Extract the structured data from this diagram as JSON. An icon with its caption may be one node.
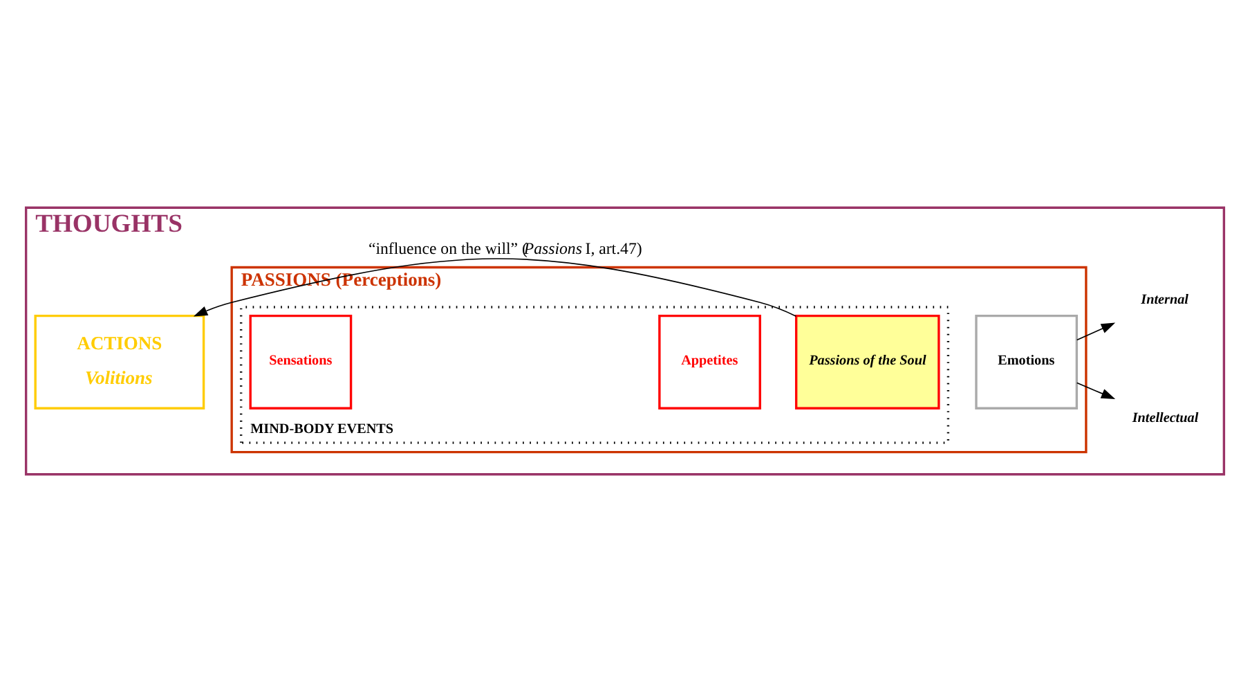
{
  "diagram": {
    "nodes": [
      {
        "text": [
          "THOUGHTS"
        ]
      },
      {
        "text": [
          "ACTIONS",
          "Volitions"
        ],
        "in": 0
      },
      {
        "text": [
          "PASSIONS (Perceptions)"
        ],
        "in": 0
      },
      {
        "text": [
          "MIND-BODY EVENTS"
        ],
        "in": 2
      },
      {
        "text": [
          "Sensations"
        ],
        "in": 3
      },
      {
        "text": [
          "Appetites"
        ],
        "in": 3
      },
      {
        "text": [
          "Passions of the Soul"
        ],
        "in": 3
      },
      {
        "text": [
          "Emotions"
        ],
        "in": 2
      },
      {
        "text": [
          "Intellectual"
        ],
        "in": 0
      },
      {
        "text": [
          "Internal"
        ],
        "in": 0
      }
    ],
    "edges": [
      {
        "from": 6,
        "to": 1,
        "arrow": "to",
        "label": "“influence on the will” (*Passions* I, art.47)"
      },
      {
        "from": 7,
        "to": 8,
        "arrow": "to"
      },
      {
        "from": 7,
        "to": 9,
        "arrow": "to"
      }
    ]
  }
}
